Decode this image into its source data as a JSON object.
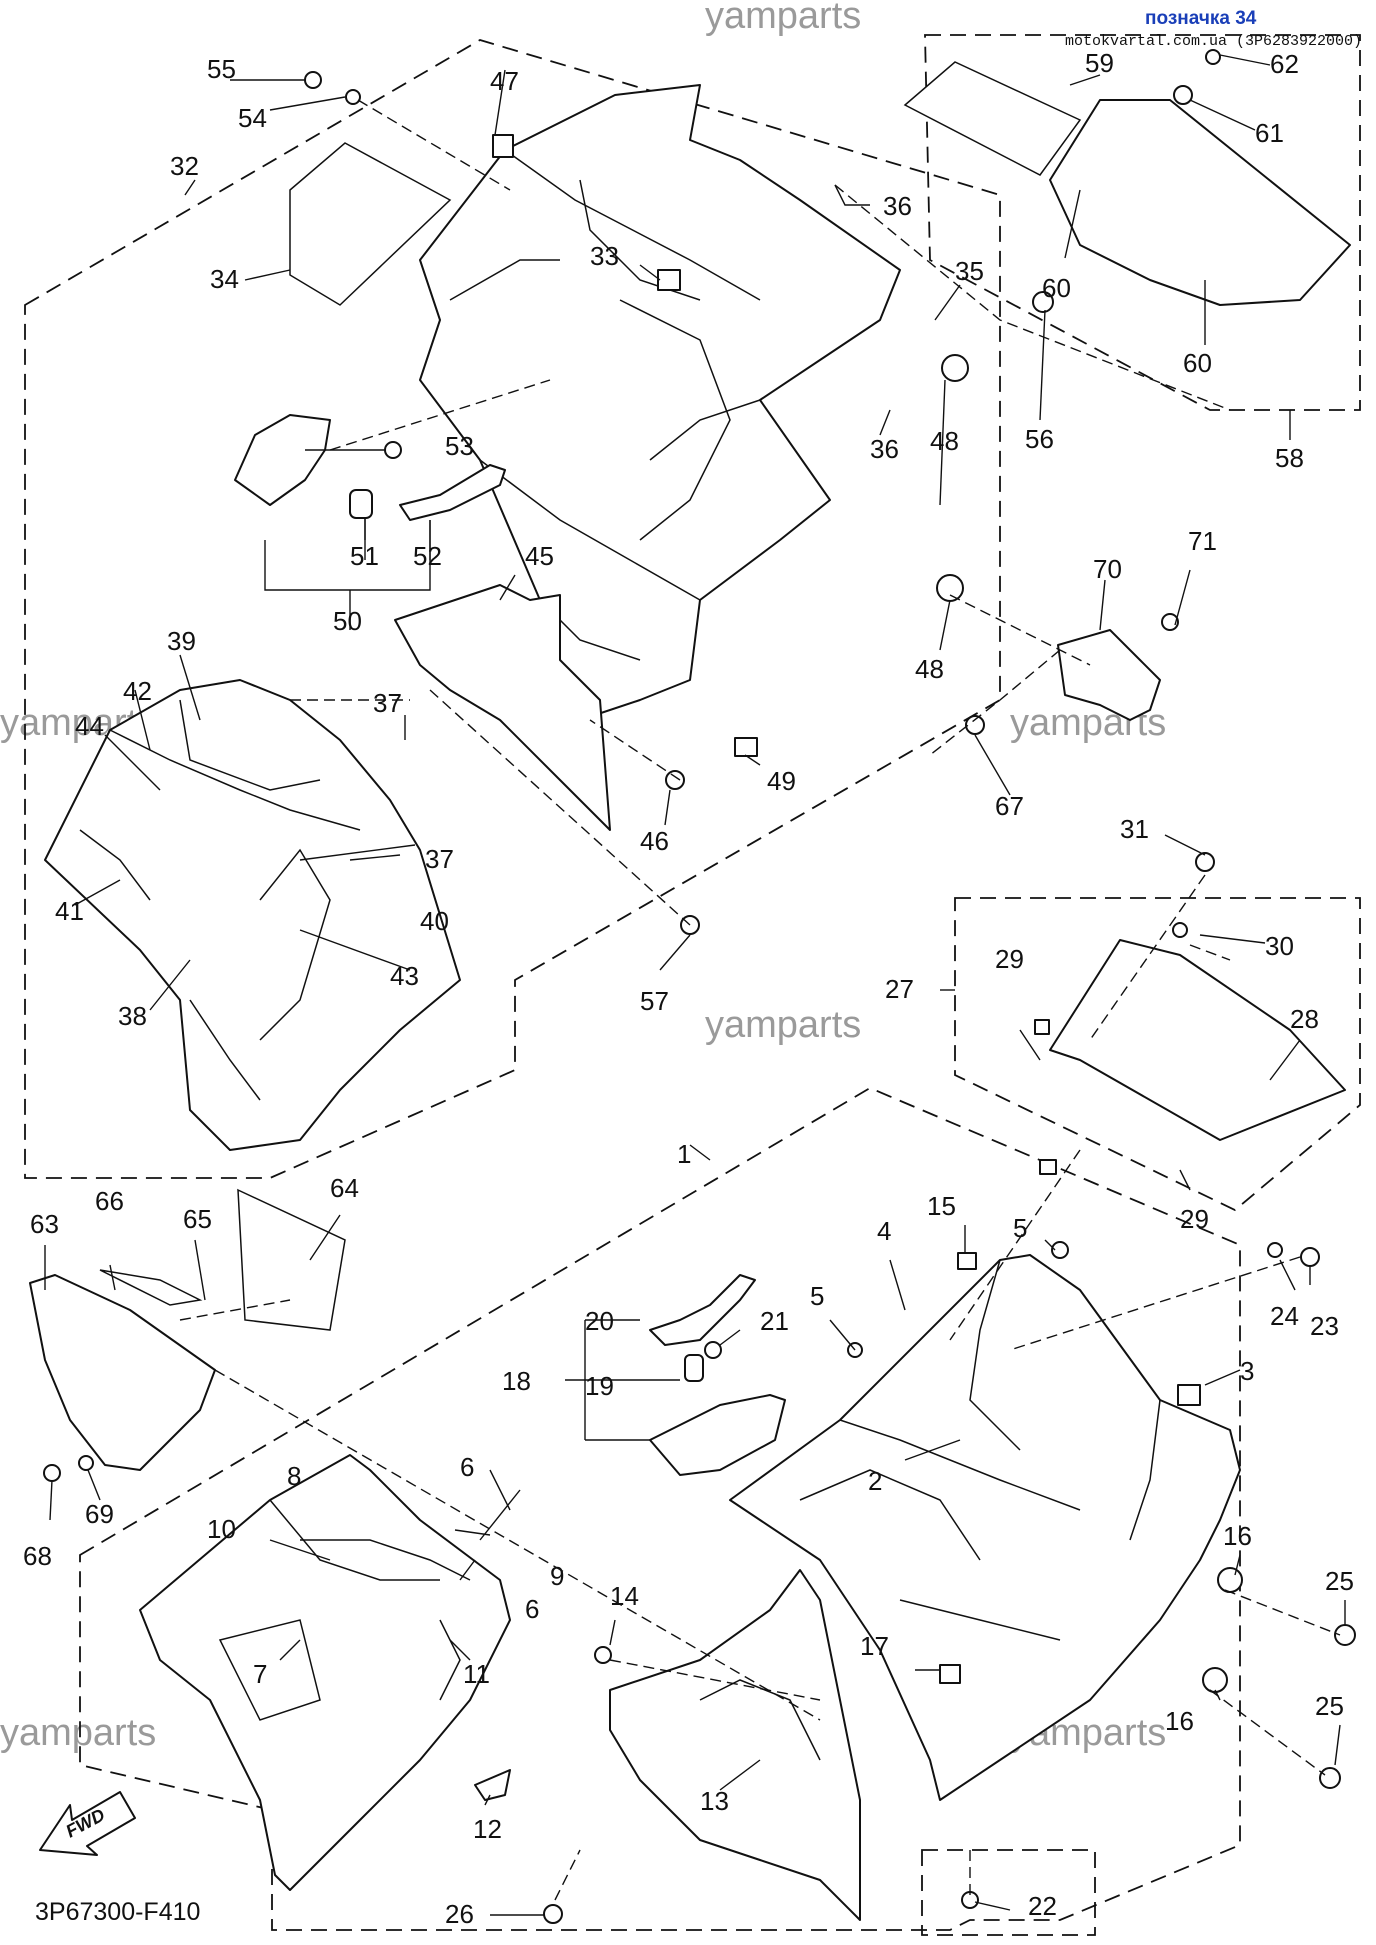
{
  "header": {
    "title": "позначка 34",
    "site": "motokvartal.com.ua (3P6283922000)"
  },
  "watermark": "yamparts",
  "diagram_code": "3P67300-F410",
  "fwd_label": "FWD",
  "callouts": [
    "1",
    "2",
    "3",
    "4",
    "5",
    "6",
    "7",
    "8",
    "9",
    "10",
    "11",
    "12",
    "13",
    "14",
    "15",
    "16",
    "17",
    "18",
    "19",
    "20",
    "21",
    "22",
    "23",
    "24",
    "25",
    "26",
    "27",
    "28",
    "29",
    "30",
    "31",
    "32",
    "33",
    "34",
    "35",
    "36",
    "37",
    "38",
    "39",
    "40",
    "41",
    "42",
    "43",
    "44",
    "45",
    "46",
    "47",
    "48",
    "49",
    "50",
    "51",
    "52",
    "53",
    "54",
    "55",
    "56",
    "57",
    "58",
    "59",
    "60",
    "61",
    "62",
    "63",
    "64",
    "65",
    "66",
    "67",
    "68",
    "69",
    "70",
    "71"
  ]
}
